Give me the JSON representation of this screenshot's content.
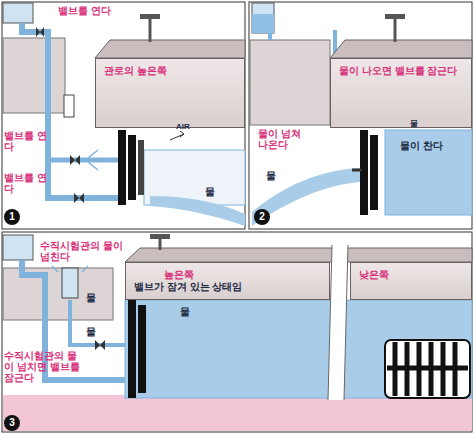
{
  "diagram": {
    "nodes": [
      {
        "text": [
          "관로의 높은쪽"
        ]
      },
      {
        "text": [
          "물이 나오면 밸브를 잠근다"
        ]
      },
      {
        "text": [
          "높은쪽",
          "밸브가 잠겨 있는 상태임"
        ]
      },
      {
        "text": [
          "낮은쪽"
        ]
      }
    ],
    "labels": [
      "밸브를 연다",
      "밸브를 연다",
      "밸브를 연다",
      "AIR",
      "물",
      "1",
      "물이 넘쳐 나온다",
      "물",
      "물",
      "물이 찬다",
      "2",
      "수직시험관의 물이 넘친다",
      "물",
      "물",
      "물",
      "수직시험관의 물이 넘치면 밸브를 잠근다",
      "3"
    ]
  }
}
